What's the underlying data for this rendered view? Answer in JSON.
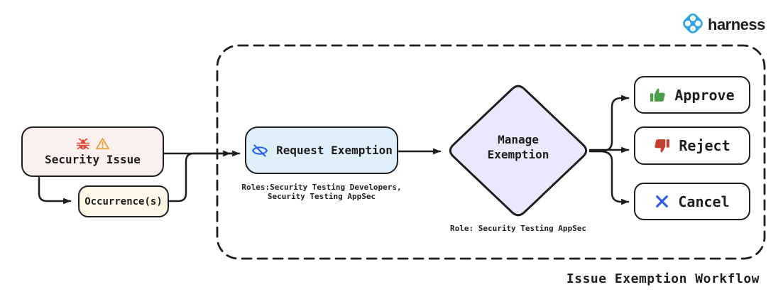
{
  "brand": {
    "wordmark": "harness"
  },
  "workflow": {
    "container_label": "Issue Exemption Workflow",
    "nodes": {
      "security_issue": {
        "label": "Security Issue",
        "icons": [
          "bug-icon",
          "warning-icon"
        ]
      },
      "occurrences": {
        "label": "Occurrence(s)"
      },
      "request_exemption": {
        "label": "Request Exemption",
        "icon": "eye-off-icon",
        "roles_line1": "Roles:Security Testing Developers,",
        "roles_line2": "Security Testing AppSec"
      },
      "manage_exemption": {
        "label_line1": "Manage",
        "label_line2": "Exemption",
        "role_note": "Role: Security Testing AppSec"
      },
      "approve": {
        "label": "Approve",
        "icon": "thumbs-up-icon"
      },
      "reject": {
        "label": "Reject",
        "icon": "thumbs-down-icon"
      },
      "cancel": {
        "label": "Cancel",
        "icon": "x-icon"
      }
    }
  },
  "colors": {
    "canvas_bg": "#ffffff",
    "stroke": "#1e1e1e",
    "security_issue_bg": "#fcf0ee",
    "occurrence_bg": "#fdf6e6",
    "request_bg": "#dfeefb",
    "diamond_bg": "#e9e8fc",
    "approve_green": "#4c9e4c",
    "reject_red": "#c64031",
    "cancel_blue": "#2b5ce6",
    "eye_blue": "#2563eb",
    "bug_red": "#e14634",
    "warning_orange": "#e9a23b",
    "harness_blue": "#2da5e2",
    "wordmark_dark": "#1b1d21"
  }
}
